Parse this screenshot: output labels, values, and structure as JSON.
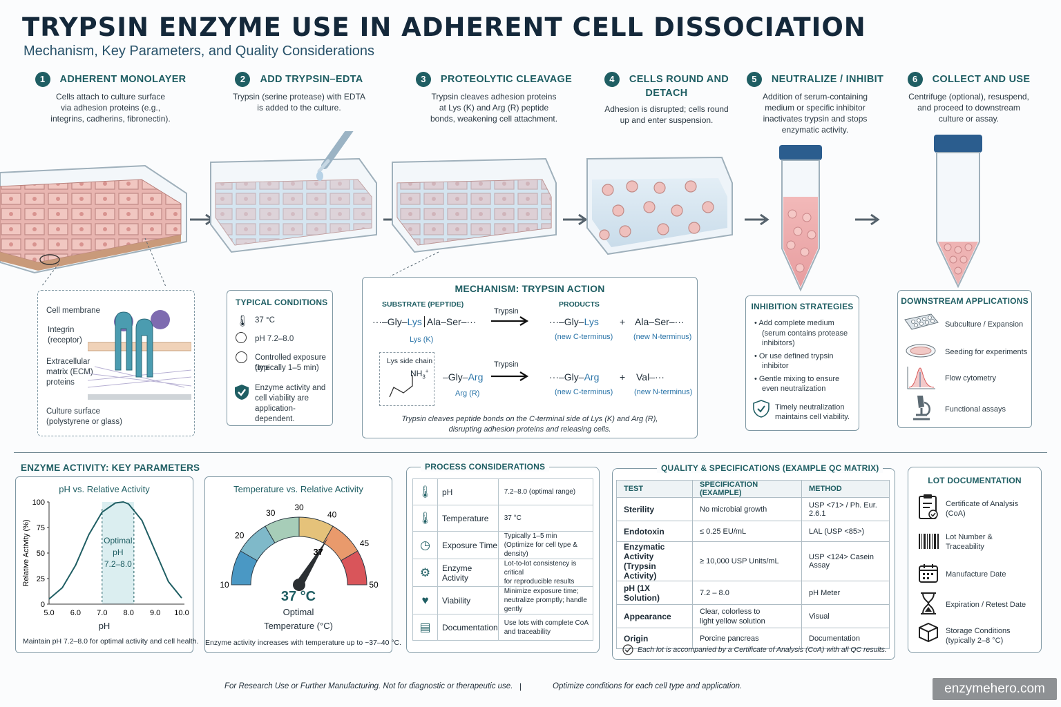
{
  "title": "TRYPSIN ENZYME USE IN ADHERENT CELL DISSOCIATION",
  "subtitle": "Mechanism, Key Parameters, and Quality Considerations",
  "steps": [
    {
      "num": "1",
      "heading": "ADHERENT MONOLAYER",
      "desc1": "Cells attach to culture surface",
      "desc2": "via adhesion proteins (e.g.,",
      "desc3": "integrins, cadherins, fibronectin)."
    },
    {
      "num": "2",
      "heading": "ADD TRYPSIN–EDTA",
      "desc1": "Trypsin (serine protease) with EDTA",
      "desc2": "is added to the culture.",
      "desc3": ""
    },
    {
      "num": "3",
      "heading": "PROTEOLYTIC CLEAVAGE",
      "desc1": "Trypsin cleaves adhesion proteins",
      "desc2": "at Lys (K) and Arg (R) peptide",
      "desc3": "bonds, weakening cell attachment."
    },
    {
      "num": "4",
      "heading": "CELLS ROUND AND DETACH",
      "desc1": "Adhesion is disrupted; cells round",
      "desc2": "up and enter suspension.",
      "desc3": ""
    },
    {
      "num": "5",
      "heading": "NEUTRALIZE / INHIBIT",
      "desc1": "Addition of serum-containing",
      "desc2": "medium or specific inhibitor",
      "desc3": "inactivates trypsin and stops",
      "desc4": "enzymatic activity."
    },
    {
      "num": "6",
      "heading": "COLLECT AND USE",
      "desc1": "Centrifuge (optional), resuspend,",
      "desc2": "and proceed to downstream",
      "desc3": "culture or assay."
    }
  ],
  "membrane_labels": {
    "cell_membrane": "Cell membrane",
    "integrin1": "Integrin",
    "integrin2": "(receptor)",
    "ecm1": "Extracellular",
    "ecm2": "matrix (ECM)",
    "ecm3": "proteins",
    "surface1": "Culture surface",
    "surface2": "(polystyrene or glass)"
  },
  "typical_conditions": {
    "heading": "TYPICAL CONDITIONS",
    "temp": "37 °C",
    "ph": "pH 7.2–8.0",
    "time1": "Controlled exposure time",
    "time2": "(typically 1–5 min)",
    "note1": "Enzyme activity and",
    "note2": "cell viability are",
    "note3": "application-dependent."
  },
  "mechanism": {
    "heading": "MECHANISM: TRYPSIN ACTION",
    "substrate_label": "SUBSTRATE (PEPTIDE)",
    "products_label": "PRODUCTS",
    "enzyme": "Trypsin",
    "sub1_pre": "···–Gly–",
    "sub1_res": "Lys",
    "sub1_post": "Ala–Ser–···",
    "sub1_tag": "Lys (K)",
    "prod1a_pre": "···–Gly–",
    "prod1a_res": "Lys",
    "prod1b": "Ala–Ser–···",
    "cterm": "(new C-terminus)",
    "nterm": "(new N-terminus)",
    "plus": "+",
    "side_chain": "Lys side chain",
    "nh3": "NH",
    "sub2_pre": "–Gly–",
    "sub2_res": "Arg",
    "sub2_tag": "Arg (R)",
    "prod2a_pre": "···–Gly–",
    "prod2a_res": "Arg",
    "prod2b": "Val–···",
    "footer1": "Trypsin cleaves peptide bonds on the C-terminal side of Lys (K) and Arg (R),",
    "footer2": "disrupting adhesion proteins and releasing cells."
  },
  "inhibition": {
    "heading": "INHIBITION STRATEGIES",
    "b1a": "Add complete medium",
    "b1b": "(serum contains protease",
    "b1c": "inhibitors)",
    "b2a": "Or use defined trypsin",
    "b2b": "inhibitor",
    "b3a": "Gentle mixing to ensure",
    "b3b": "even neutralization",
    "note1": "Timely neutralization",
    "note2": "maintains cell viability."
  },
  "downstream": {
    "heading": "DOWNSTREAM APPLICATIONS",
    "items": [
      "Subculture / Expansion",
      "Seeding for experiments",
      "Flow cytometry",
      "Functional assays"
    ]
  },
  "enzyme_activity_heading": "ENZYME ACTIVITY: KEY PARAMETERS",
  "chart_data": [
    {
      "type": "line",
      "title": "pH vs. Relative Activity",
      "xlabel": "pH",
      "ylabel": "Relative Activity (%)",
      "x": [
        5.0,
        5.5,
        6.0,
        6.5,
        7.0,
        7.5,
        7.8,
        8.0,
        8.5,
        9.0,
        9.5,
        10.0
      ],
      "y": [
        5,
        16,
        38,
        68,
        90,
        99,
        100,
        98,
        82,
        52,
        22,
        6
      ],
      "xlim": [
        5.0,
        10.0
      ],
      "ylim": [
        0,
        100
      ],
      "xticks": [
        "5.0",
        "6.0",
        "7.0",
        "8.0",
        "9.0",
        "10.0"
      ],
      "yticks": [
        "0",
        "25",
        "50",
        "75",
        "100"
      ],
      "annotation1": "Optimal",
      "annotation2": "pH",
      "annotation3": "7.2–8.0",
      "optimal_range": [
        7.0,
        8.2
      ],
      "caption": "Maintain pH 7.2–8.0 for optimal activity and cell health."
    },
    {
      "type": "gauge",
      "title": "Temperature vs. Relative Activity",
      "ticks": [
        "10",
        "20",
        "30",
        "30",
        "40",
        "45",
        "50"
      ],
      "value": 37,
      "value_label": "37",
      "value_text": "37 °C",
      "value_sub": "Optimal",
      "axis_label": "Temperature (°C)",
      "range": [
        10,
        50
      ],
      "colors": [
        "#4a98c4",
        "#7fb9c9",
        "#a7cdb8",
        "#e5c27a",
        "#e99a6c",
        "#d9555a"
      ],
      "caption": "Enzyme activity increases with temperature up to ~37–40 °C."
    }
  ],
  "process": {
    "heading": "PROCESS CONSIDERATIONS",
    "rows": [
      {
        "name": "pH",
        "val1": "7.2–8.0 (optimal range)",
        "val2": ""
      },
      {
        "name": "Temperature",
        "val1": "37 °C",
        "val2": ""
      },
      {
        "name": "Exposure Time",
        "val1": "Typically 1–5 min",
        "val2": "(Optimize for cell type & density)"
      },
      {
        "name": "Enzyme Activity",
        "val1": "Lot-to-lot consistency is critical",
        "val2": "for reproducible results"
      },
      {
        "name": "Viability",
        "val1": "Minimize exposure time;",
        "val2": "neutralize promptly; handle gently"
      },
      {
        "name": "Documentation",
        "val1": "Use lots with complete CoA",
        "val2": "and traceability"
      }
    ]
  },
  "qc": {
    "heading": "QUALITY & SPECIFICATIONS (EXAMPLE QC MATRIX)",
    "headers": [
      "TEST",
      "SPECIFICATION (EXAMPLE)",
      "METHOD"
    ],
    "rows": [
      {
        "test1": "Sterility",
        "test2": "",
        "spec1": "No microbial growth",
        "spec2": "",
        "method": "USP <71> / Ph. Eur. 2.6.1"
      },
      {
        "test1": "Endotoxin",
        "test2": "",
        "spec1": "≤ 0.25 EU/mL",
        "spec2": "",
        "method": "LAL (USP <85>)"
      },
      {
        "test1": "Enzymatic Activity",
        "test2": "(Trypsin Activity)",
        "spec1": "≥ 10,000 USP Units/mL",
        "spec2": "",
        "method": "USP <124> Casein Assay"
      },
      {
        "test1": "pH (1X Solution)",
        "test2": "",
        "spec1": "7.2 – 8.0",
        "spec2": "",
        "method": "pH Meter"
      },
      {
        "test1": "Appearance",
        "test2": "",
        "spec1": "Clear, colorless to",
        "spec2": "light yellow solution",
        "method": "Visual"
      },
      {
        "test1": "Origin",
        "test2": "",
        "spec1": "Porcine pancreas",
        "spec2": "",
        "method": "Documentation"
      }
    ],
    "note": "Each lot is accompanied by a Certificate of Analysis (CoA) with all QC results."
  },
  "lot": {
    "heading": "LOT DOCUMENTATION",
    "items": [
      {
        "l1": "Certificate of Analysis",
        "l2": "(CoA)"
      },
      {
        "l1": "Lot Number &",
        "l2": "Traceability"
      },
      {
        "l1": "Manufacture Date",
        "l2": ""
      },
      {
        "l1": "Expiration / Retest Date",
        "l2": ""
      },
      {
        "l1": "Storage Conditions",
        "l2": "(typically 2–8 °C)"
      }
    ]
  },
  "footer": {
    "left": "For Research Use or Further Manufacturing. Not for diagnostic or therapeutic use.",
    "sep": "|",
    "right": "Optimize conditions for each cell type and application.",
    "brand": "enzymehero.com"
  }
}
